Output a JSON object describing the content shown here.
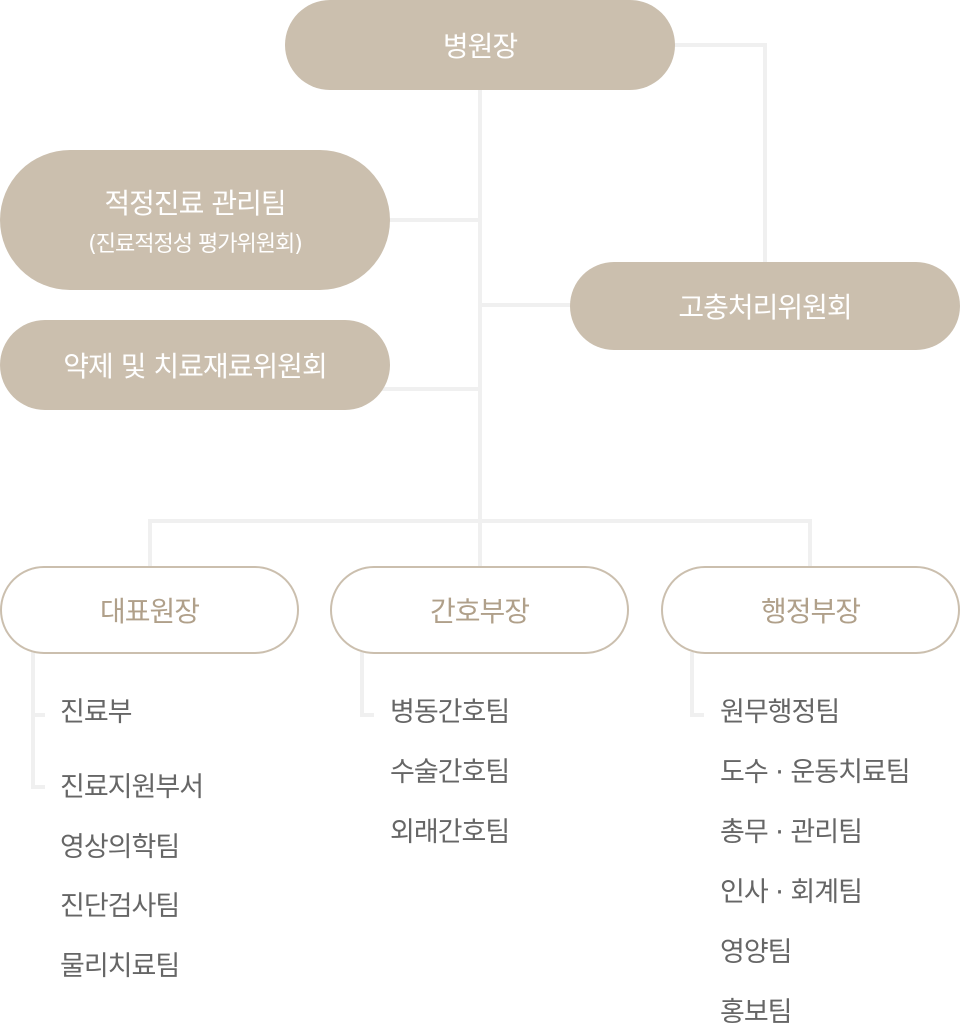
{
  "top": {
    "director": "병원장"
  },
  "committees": {
    "quality": {
      "title": "적정진료 관리팀",
      "subtitle": "(진료적정성 평가위원회)"
    },
    "pharmacy": {
      "title": "약제 및 치료재료위원회"
    },
    "grievance": {
      "title": "고충처리위원회"
    }
  },
  "departments": [
    {
      "title": "대표원장",
      "items": [
        "진료부",
        "진료지원부서",
        "영상의학팀",
        "진단검사팀",
        "물리치료팀"
      ]
    },
    {
      "title": "간호부장",
      "items": [
        "병동간호팀",
        "수술간호팀",
        "외래간호팀"
      ]
    },
    {
      "title": "행정부장",
      "items": [
        "원무행정팀",
        "도수 · 운동치료팀",
        "총무 · 관리팀",
        "인사 · 회계팀",
        "영양팀",
        "홍보팀"
      ]
    }
  ],
  "colors": {
    "pill": "#cbbfae",
    "outline_text": "#b0a08a",
    "line": "#f0f0f0",
    "item_text": "#666666"
  }
}
